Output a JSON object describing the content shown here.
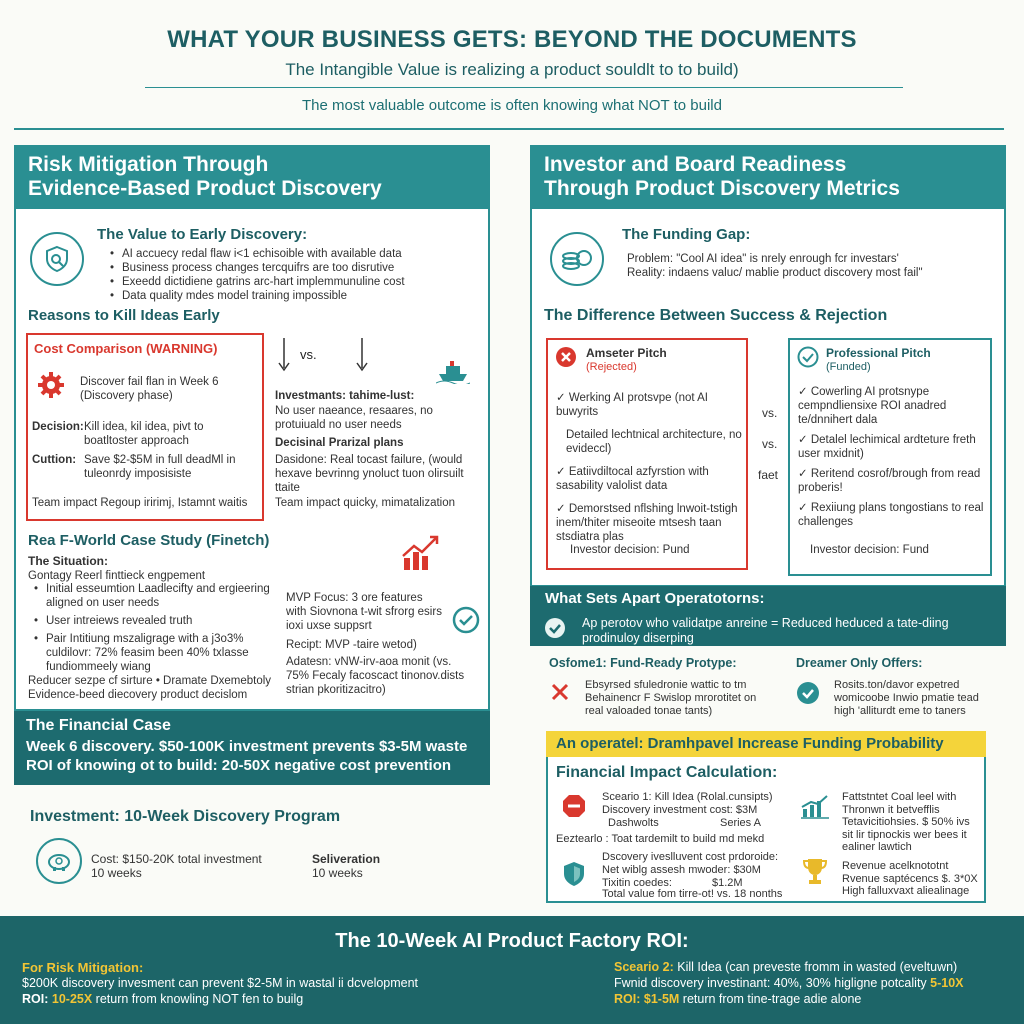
{
  "header": {
    "title": "WHAT YOUR BUSINESS GETS: BEYOND THE DOCUMENTS",
    "subtitle": "The Intangible Value is realizing a product souldlt to to build)",
    "outcome": "The most valuable outcome is often knowing what NOT to build"
  },
  "left": {
    "title_line1": "Risk Mitigation Through",
    "title_line2": "Evidence-Based Product Discovery",
    "value_title": "The Value to Early Discovery:",
    "value_bullets": [
      "AI accuecy redal flaw i<1 echisoible with available data",
      "Business process changes tercquifrs are too disrutive",
      "Exeedd dictidiene gatrins arc-hart implemmunuline cost",
      "Data quality mdes model training impossible"
    ],
    "reasons_title": "Reasons to Kill Ideas Early",
    "cost_title": "Cost Comparison (WARNING)",
    "discover": "Discover fail flan in Week 6",
    "discover_sub": "(Discovery phase)",
    "decision_label": "Decision:",
    "decision_text": "Kill idea, kil idea, pivt to boatltoster approach",
    "cuttion_label": "Cuttion:",
    "cuttion_text": "Save $2-$5M in full deadMl in tuleonrdy imposisiste",
    "team_impact": "Team impact Regoup iririmj, Istamnt waitis",
    "vs": "vs.",
    "investment_label": "Investmants: tahime-lust:",
    "investment_text": "No user naeance, resaares, no protuiuald no user needs",
    "decisional": "Decisinal Prarizal plans",
    "dasdone": "Dasidone: Real tocast failure, (would hexave bevrinng ynoluct tuon olirsuilt ttaite",
    "team_impact2": "Team impact quicky, mimatalization",
    "case_title": "Rea F-World Case Study (Finetch)",
    "situation": "The Situation:",
    "situation_sub": "Gontagy Reerl finttieck engpement",
    "case_bullets": [
      "Initial esseumtion Laadlecifty and ergieering aligned on user needs",
      "User intreiews revealed truth",
      "Pair Intitiung mszaligrage with a j3o3% culdilovr: 72% feasim been 40% txlasse fundiommeely wiang"
    ],
    "mvp_focus": "MVP Focus: 3 ore features with Siovnona t-wit sfrorg esirs ioxi uxse suppsrt",
    "recipt": "Recipt: MVP -taire wetod)",
    "adatesn": "Adatesn: vNW-irv-aoa monit (vs. 75% Fecaly facoscact tinonov.dists strian pkoritizacitro)",
    "reduced": "Reducer sezpe cf sirture • Dramate Dxemebtoly Evidence-beed diecovery product decislom",
    "fin_title": "The Financial Case",
    "fin_line1": "Week 6 discovery. $50-100K investment prevents $3-5M waste",
    "fin_line2": "ROI of knowing ot to build: 20-50X negative cost prevention",
    "inv_title": "Investment: 10-Week Discovery Program",
    "cost": "Cost: $150-20K total investment",
    "weeks": "10 weeks",
    "deliveration": "Seliveration",
    "weeks2": "10 weeks"
  },
  "right": {
    "title_line1": "Investor and Board Readiness",
    "title_line2": "Through Product Discovery Metrics",
    "gap_title": "The Funding Gap:",
    "problem": "Problem: \"Cool AI idea\" is nrely enrough fcr investars'",
    "reality": "Reality: indaens valuc/ mablie product discovery most fail\"",
    "diff_title": "The Difference Between Success & Rejection",
    "amateur_title": "Amseter Pitch",
    "amateur_sub": "(Rejected)",
    "amateur_items": [
      "Werking AI protsvpe (not AI buwyrits",
      "Detailed lechtnical architecture, no evideccl)",
      "Eatiivdiltocal azfyrstion with sasability valolist data",
      "Demorstsed nflshing lnwoit-tstigh inem/thiter miseoite mtsesh taan stsdiatra plas"
    ],
    "amateur_decision": "Investor decision: Pund",
    "pro_title": "Professional Pitch",
    "pro_sub": "(Funded)",
    "pro_items": [
      "Cowerling AI protsnype cempndliensixe ROI anadred te/dnnihert dala",
      "Detalel lechimical ardteture freth user mxidnit)",
      "Reritend cosrof/brough from read proberis!",
      "Rexiiung plans tongostians to real challenges"
    ],
    "pro_decision": "Investor decision: Fund",
    "vs1": "vs.",
    "vs2": "vs.",
    "vs3": "faet",
    "apart_title": "What Sets Apart Operatotorns:",
    "apart_text": "Ap perotov who validatpe anreine = Reduced heduced a tate-diing prodinuloy diserping",
    "fund_title": "Osfome1: Fund-Ready Protype:",
    "fund_text": "Ebsyrsed sfuledronie wattic to tm Behainencr F Swislop mrorotitet on real valoaded tonae tants)",
    "dreamer_title": "Dreamer Only Offers:",
    "dreamer_text": "Rosits.ton/davor expetred womicoobe Inwio pmatie tead high 'alliturdt eme to taners",
    "increase_title": "An operatel: Dramhpavel Increase Funding Probability",
    "calc_title": "Financial Impact Calculation:",
    "scenario1": "Sceario 1: Kill Idea (Rolal.cunsipts)",
    "scenario1_cost": "Discovery investment cost: $3M",
    "scenario1_dashwolts": "Dashwolts",
    "series_a": "Series A",
    "scenario_b": "Eeztearlo : Toat tardemilt to build md mekd",
    "disc_cost": "Dscovery iveslluvent cost prdoroide:",
    "net_wiblg": "Net wiblg assesh mwoder: $30M",
    "tixitin": "Tixitin coedes:",
    "tixitin_val": "$1.2M",
    "total_value": "Total value fom tirre-ot! vs. 18 nonths",
    "fattstntet": "Fattstntet Coal leel with Thronwn it betvefflis Tetavicitiohsies. $ 50% ivs sit lir tipnockis wer bees it ealiner lawtich",
    "revenue": "Revenue acelknototnt Rvenue saptécencs $. 3*0X High falluxvaxt aliealinage"
  },
  "footer": {
    "title": "The 10-Week AI Product Factory ROI:",
    "risk_title": "For Risk Mitigation:",
    "risk_line1": "$200K discovery invesment can prevent $2-5M in wastal ii dcvelopment",
    "risk_roi_label": "ROI:",
    "risk_roi_value": "10-25X",
    "risk_roi_rest": "return from knowling NOT fen to builg",
    "sc2_title": "Sceario 2:",
    "sc2_rest": "Kill Idea (can preveste fromm in wasted (eveltuwn)",
    "sc2_line2": "Fwnid discovery investinant: 40%, 30% higligne potcality",
    "sc2_mult": "5-10X",
    "sc2_roi_label": "ROI:",
    "sc2_roi_value": "$1-5M",
    "sc2_roi_rest": "return from tine-trage adie alone"
  }
}
